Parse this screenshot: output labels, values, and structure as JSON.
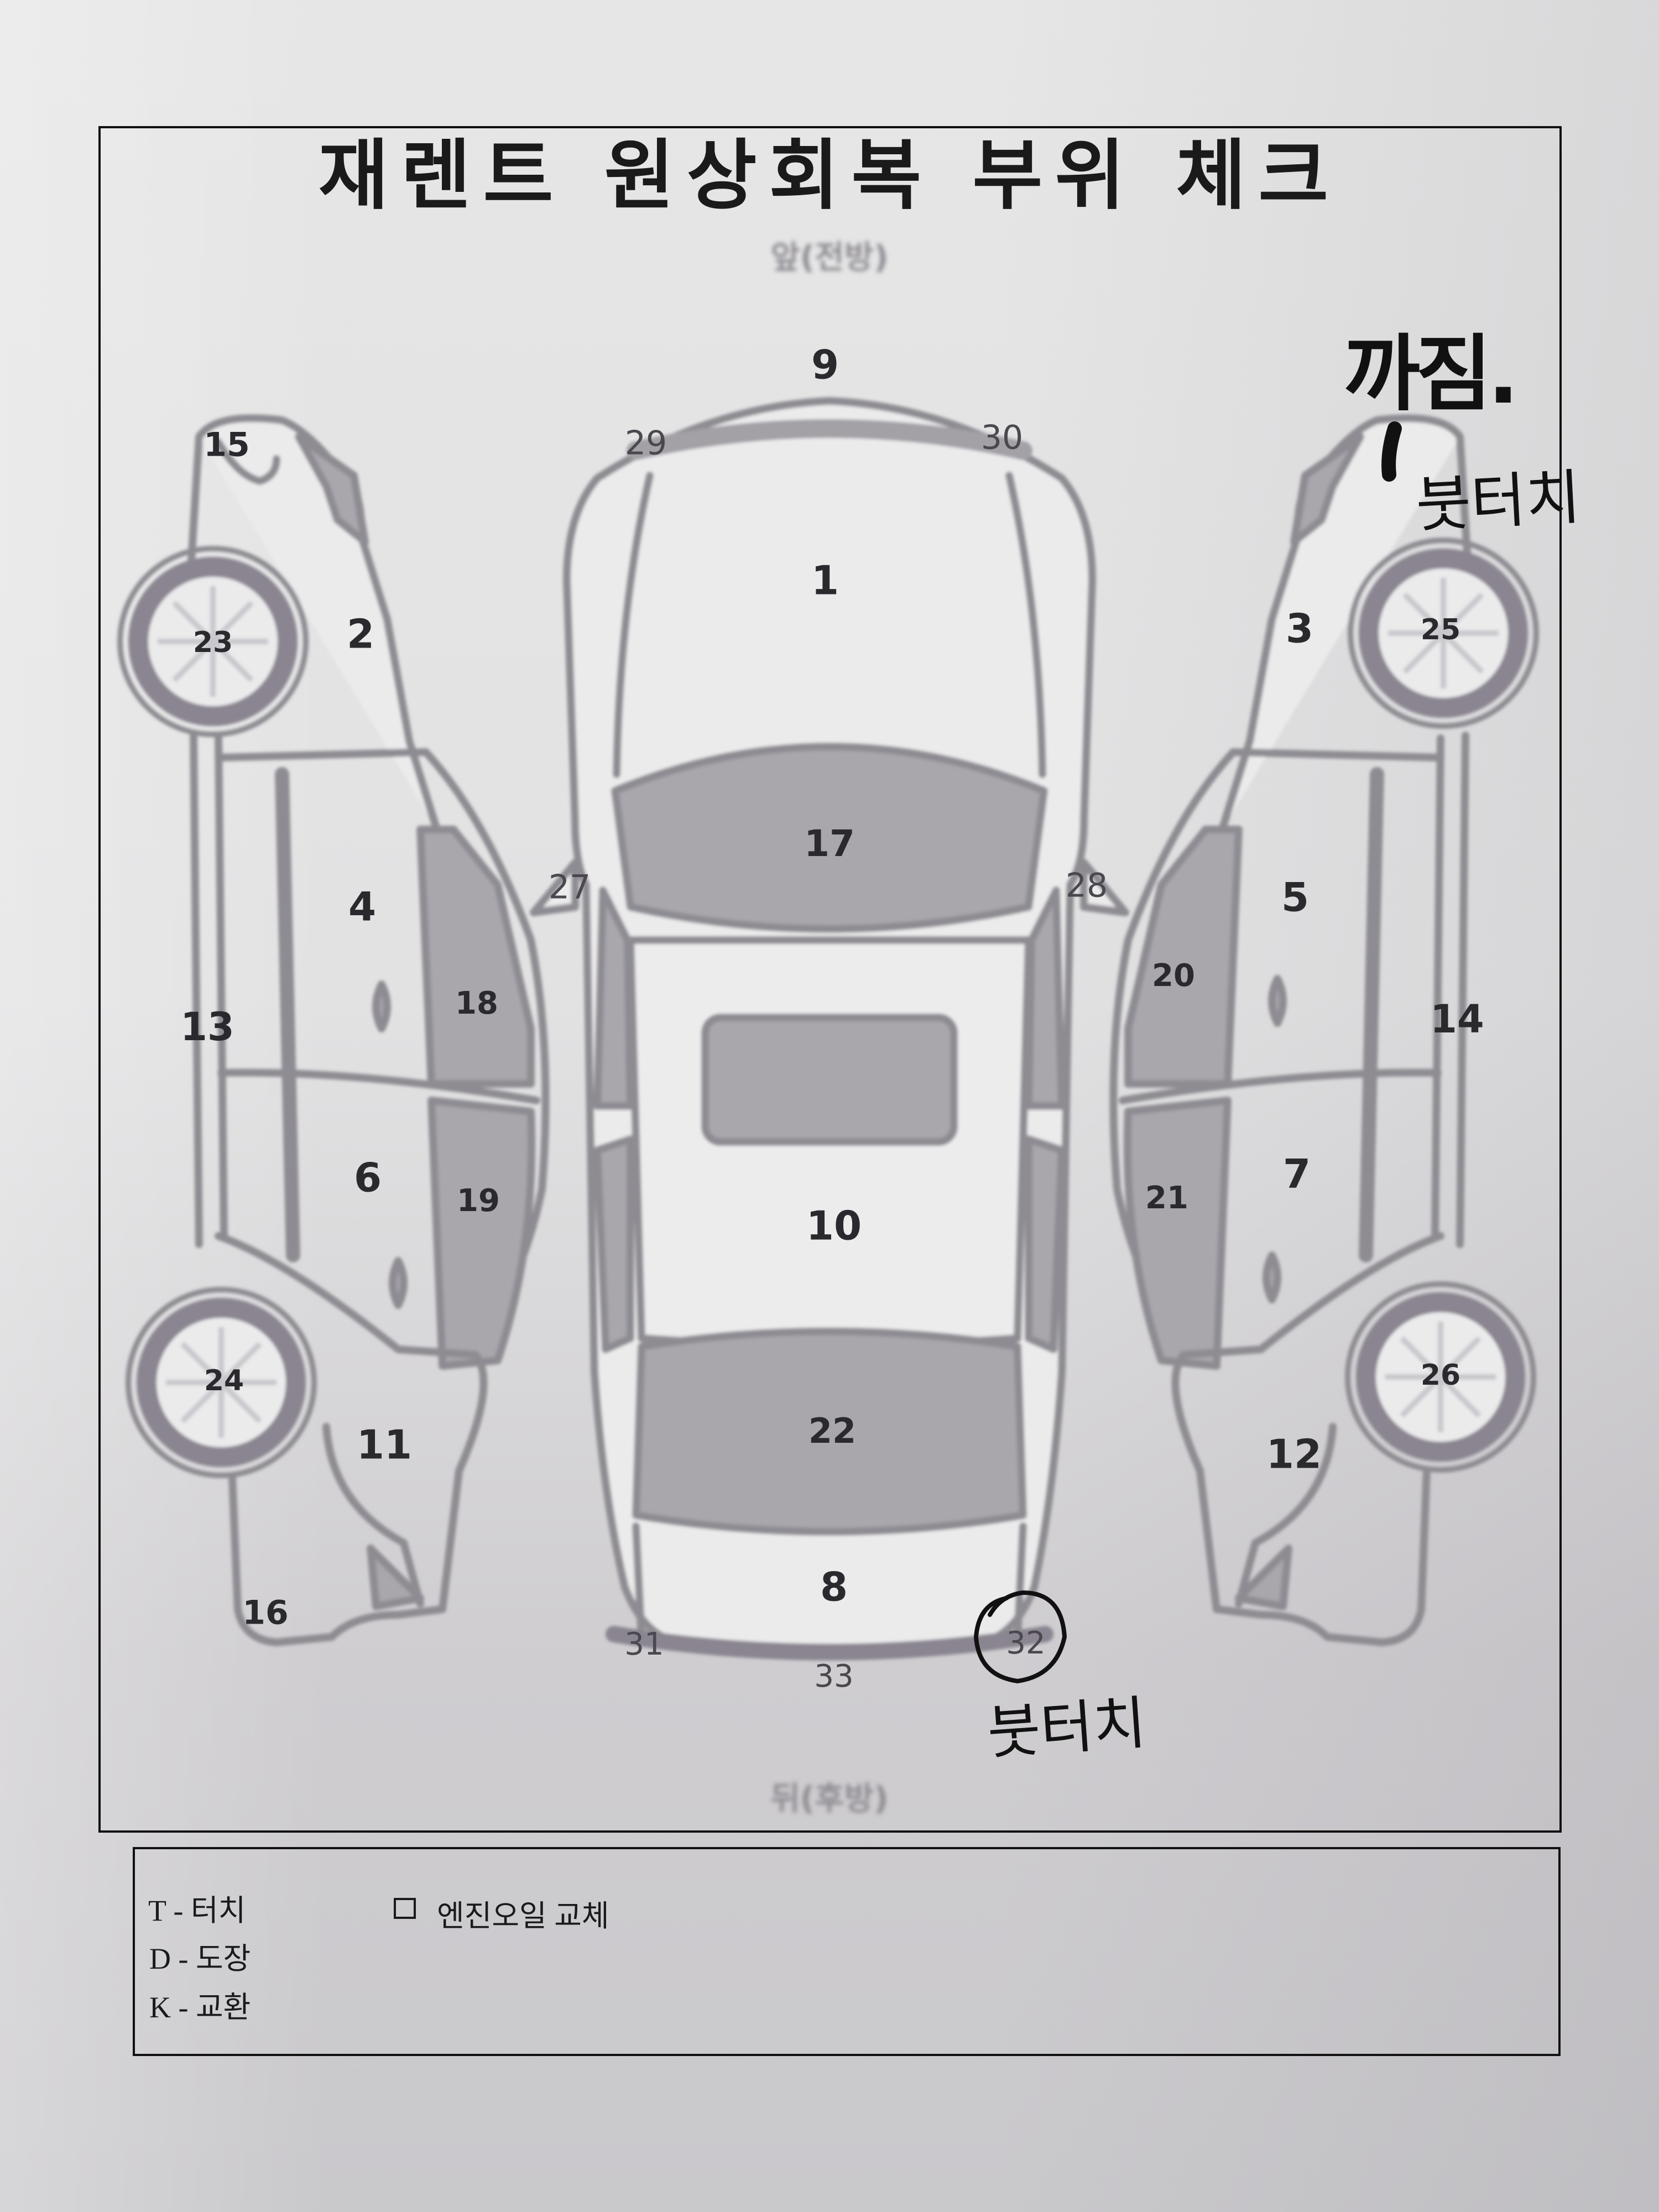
{
  "document": {
    "title": "재렌트 원상회복 부위 체크",
    "front_label": "앞(전방)",
    "rear_label": "뒤(후방)"
  },
  "diagram": {
    "views": [
      "left-side",
      "top",
      "right-side"
    ],
    "part_numbers": {
      "top": [
        "9",
        "29",
        "30",
        "1",
        "17",
        "27",
        "28",
        "10",
        "22",
        "8",
        "31",
        "32",
        "33"
      ],
      "left_side": [
        "15",
        "23",
        "2",
        "4",
        "13",
        "18",
        "6",
        "19",
        "24",
        "11",
        "16"
      ],
      "right_side": [
        "25",
        "3",
        "5",
        "20",
        "14",
        "21",
        "7",
        "26",
        "12"
      ]
    },
    "labels": {
      "n1": "1",
      "n2": "2",
      "n3": "3",
      "n4": "4",
      "n5": "5",
      "n6": "6",
      "n7": "7",
      "n8": "8",
      "n9": "9",
      "n10": "10",
      "n11": "11",
      "n12": "12",
      "n13": "13",
      "n14": "14",
      "n15": "15",
      "n16": "16",
      "n17": "17",
      "n18": "18",
      "n19": "19",
      "n20": "20",
      "n21": "21",
      "n22": "22",
      "n23": "23",
      "n24": "24",
      "n25": "25",
      "n26": "26",
      "n27": "27",
      "n28": "28",
      "n29": "29",
      "n30": "30",
      "n31": "31",
      "n32": "32",
      "n33": "33"
    },
    "circled_parts": [
      "32"
    ]
  },
  "annotations": {
    "top_right_line1": "까짐.",
    "top_right_line2": "붓터치",
    "bottom_note": "붓터치"
  },
  "legend": {
    "items": [
      {
        "code": "T",
        "label": "터치",
        "text": "T - 터치"
      },
      {
        "code": "D",
        "label": "도장",
        "text": "D - 도장"
      },
      {
        "code": "K",
        "label": "교환",
        "text": "K - 교환"
      }
    ],
    "engine_oil_checkbox": {
      "label": "엔진오일 교체",
      "checked": false
    }
  },
  "colors": {
    "outline": "#8e8c92",
    "glass_fill": "#a9a6ac",
    "text": "#2a2a2e",
    "ink": "#111111",
    "paper": "#e4e4e5"
  }
}
